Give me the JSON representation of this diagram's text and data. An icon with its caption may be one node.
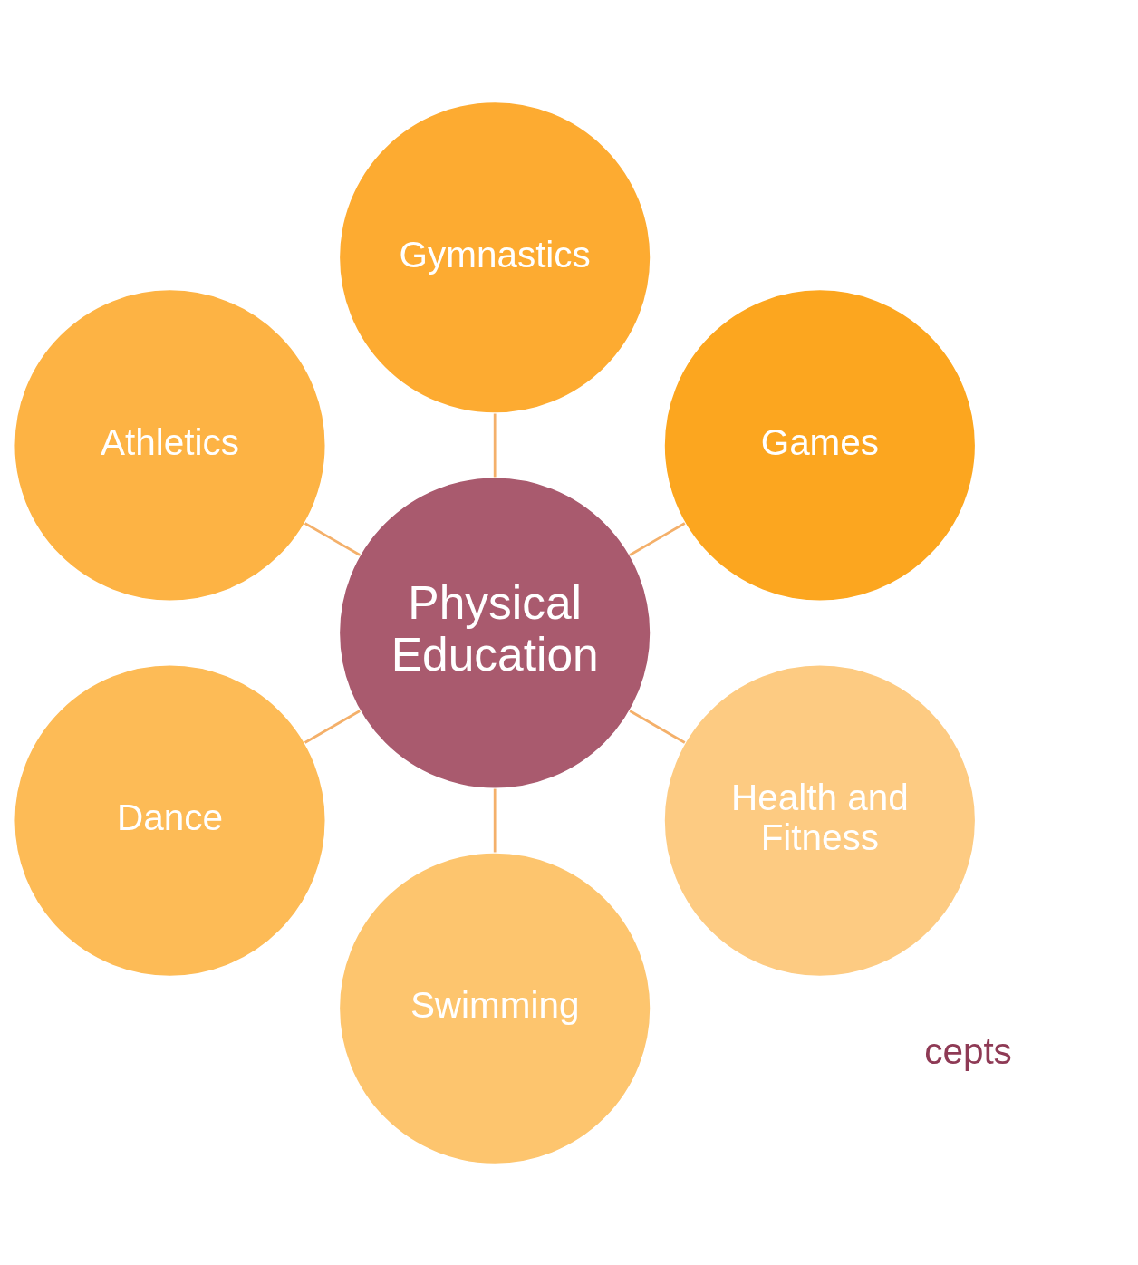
{
  "diagram": {
    "nodes": [
      {
        "text": [
          "Physical Education"
        ]
      },
      {
        "text": [
          "Games"
        ]
      },
      {
        "text": [
          "Gymnastics"
        ]
      },
      {
        "text": [
          "Athletics"
        ]
      },
      {
        "text": [
          "Dance"
        ]
      },
      {
        "text": [
          "Swimming"
        ]
      },
      {
        "text": [
          "Health and Fitness"
        ]
      }
    ],
    "edges": [
      {
        "from": 0,
        "to": 1,
        "arrow": "none"
      },
      {
        "from": 0,
        "to": 2,
        "arrow": "none"
      },
      {
        "from": 0,
        "to": 3,
        "arrow": "none"
      },
      {
        "from": 0,
        "to": 4,
        "arrow": "none"
      },
      {
        "from": 0,
        "to": 5,
        "arrow": "none"
      },
      {
        "from": 0,
        "to": 6,
        "arrow": "none"
      }
    ],
    "labels": [
      "cepts"
    ]
  }
}
